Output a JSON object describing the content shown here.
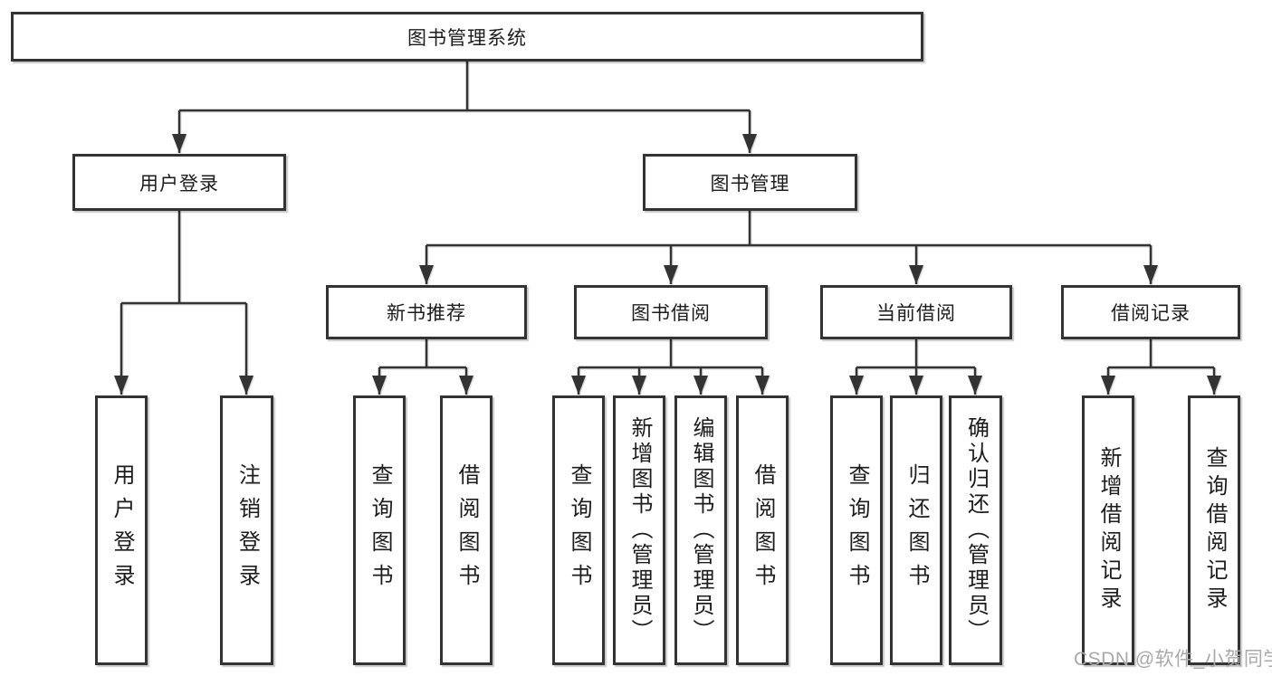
{
  "diagram_title": "图书管理系统",
  "colors": {
    "background": "#ffffff",
    "box_border": "#333333",
    "connector_line": "#333333",
    "text": "#1c1c1c",
    "watermark": "#a9a9a9"
  },
  "watermark": {
    "text": "CSDN @软件_小贺同学"
  },
  "tree": {
    "root": {
      "label": "图书管理系统",
      "children": [
        {
          "label": "用户登录",
          "children": [
            {
              "label": "用户登录"
            },
            {
              "label": "注销登录"
            }
          ]
        },
        {
          "label": "图书管理",
          "children": [
            {
              "label": "新书推荐",
              "children": [
                {
                  "label": "查询图书"
                },
                {
                  "label": "借阅图书"
                }
              ]
            },
            {
              "label": "图书借阅",
              "children": [
                {
                  "label": "查询图书"
                },
                {
                  "label": "新增图书（管理员）"
                },
                {
                  "label": "编辑图书（管理员）"
                },
                {
                  "label": "借阅图书"
                }
              ]
            },
            {
              "label": "当前借阅",
              "children": [
                {
                  "label": "查询图书"
                },
                {
                  "label": "归还图书"
                },
                {
                  "label": "确认归还（管理员）"
                }
              ]
            },
            {
              "label": "借阅记录",
              "children": [
                {
                  "label": "新增借阅记录"
                },
                {
                  "label": "查询借阅记录"
                }
              ]
            }
          ]
        }
      ]
    }
  }
}
